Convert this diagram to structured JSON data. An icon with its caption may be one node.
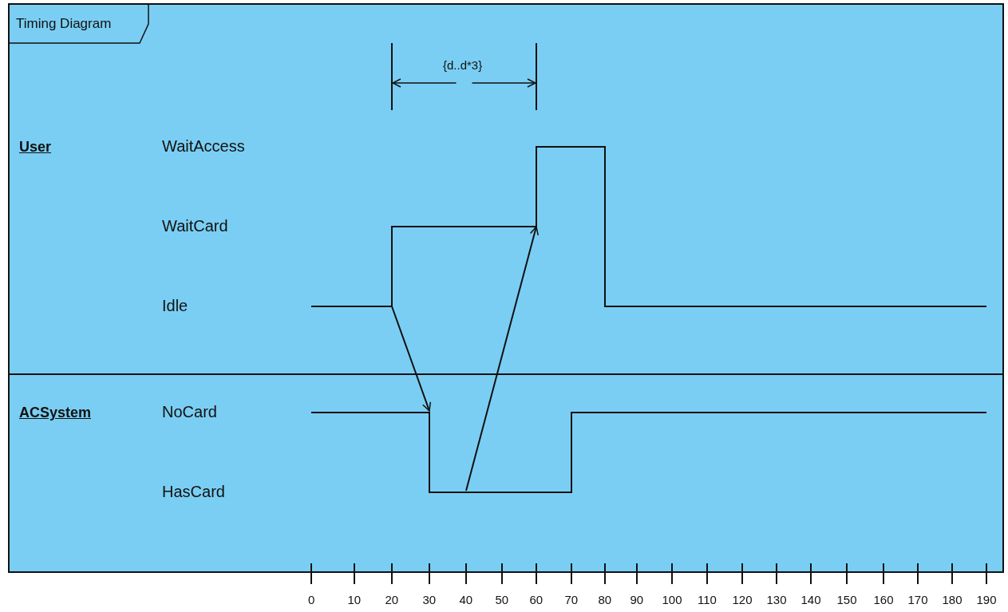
{
  "diagram": {
    "nodes": [
      {
        "text": [
          "Timing Diagram"
        ]
      },
      {
        "text": [
          "User",
          "WaitAccess",
          "WaitCard",
          "Idle"
        ],
        "in": 0
      },
      {
        "text": [
          "ACSystem",
          "NoCard",
          "HasCard"
        ],
        "in": 0
      }
    ],
    "edges": [
      {
        "from": 1,
        "to": 2,
        "arrow": "to"
      },
      {
        "from": 2,
        "to": 1,
        "arrow": "to"
      }
    ],
    "labels": [
      "{d..d*3}",
      "0",
      "10",
      "20",
      "30",
      "40",
      "50",
      "60",
      "70",
      "80",
      "90",
      "100",
      "110",
      "120",
      "130",
      "140",
      "150",
      "160",
      "170",
      "180",
      "190"
    ]
  }
}
